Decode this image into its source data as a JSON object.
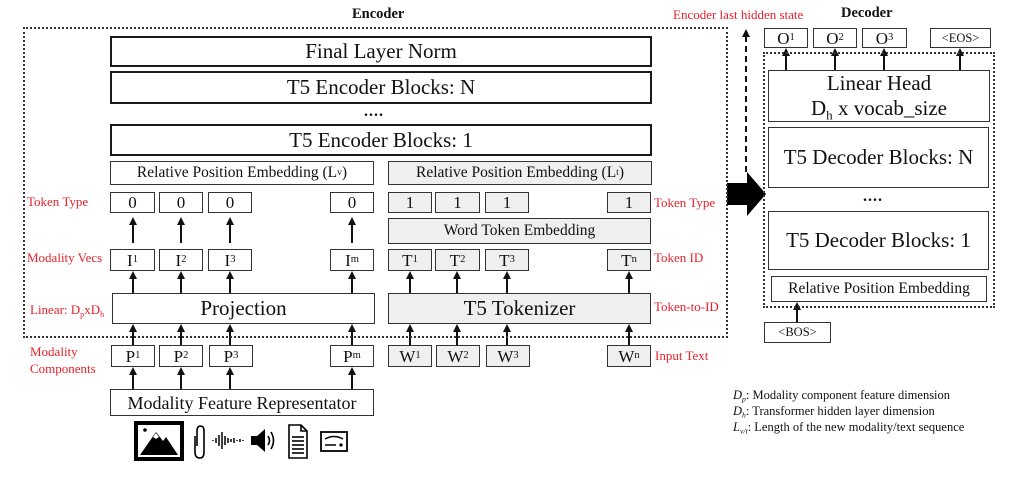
{
  "colors": {
    "label_red": "#e8202a",
    "text_branch_fill": "#efefef",
    "stroke": "#333333"
  },
  "encoder": {
    "title": "Encoder",
    "final_layer_norm": "Final Layer Norm",
    "block_n": "T5 Encoder Blocks: N",
    "ellipsis": "....",
    "block_1": "T5 Encoder Blocks: 1",
    "modality_branch": {
      "rel_pos": {
        "text": "Relative Position Embedding (L",
        "sub": "v",
        "suffix": ")"
      },
      "token_types": [
        "0",
        "0",
        "0",
        "0"
      ],
      "vecs": [
        {
          "base": "I",
          "sub": "1"
        },
        {
          "base": "I",
          "sub": "2"
        },
        {
          "base": "I",
          "sub": "3"
        },
        {
          "base": "I",
          "sub": "m"
        }
      ],
      "projection": "Projection",
      "components": [
        {
          "base": "P",
          "sub": "1"
        },
        {
          "base": "P",
          "sub": "2"
        },
        {
          "base": "P",
          "sub": "3"
        },
        {
          "base": "P",
          "sub": "m"
        }
      ],
      "representator": "Modality Feature Representator",
      "input_icons": [
        "image-icon",
        "paperclip-icon",
        "audio-waveform-icon",
        "speaker-icon",
        "document-icon",
        "card-icon"
      ]
    },
    "text_branch": {
      "rel_pos": {
        "text": "Relative Position Embedding (L",
        "sub": "t",
        "suffix": ")"
      },
      "token_types": [
        "1",
        "1",
        "1",
        "1"
      ],
      "word_embedding": "Word Token Embedding",
      "ids": [
        {
          "base": "T",
          "sub": "1"
        },
        {
          "base": "T",
          "sub": "2"
        },
        {
          "base": "T",
          "sub": "3"
        },
        {
          "base": "T",
          "sub": "n"
        }
      ],
      "tokenizer": "T5 Tokenizer",
      "words": [
        {
          "base": "W",
          "sub": "1"
        },
        {
          "base": "W",
          "sub": "2"
        },
        {
          "base": "W",
          "sub": "3"
        },
        {
          "base": "W",
          "sub": "n"
        }
      ]
    },
    "labels_left": {
      "token_type": "Token Type",
      "modality_vecs": "Modality Vecs",
      "linear": {
        "prefix": "Linear: D",
        "sub1": "p",
        "mid": "xD",
        "sub2": "h"
      },
      "modality_components": [
        "Modality",
        "Components"
      ]
    },
    "labels_right": {
      "token_type": "Token Type",
      "token_id": "Token ID",
      "token_to_id": "Token-to-ID",
      "input_text": "Input Text"
    }
  },
  "encoder_output_label": "Encoder last hidden state",
  "decoder": {
    "title": "Decoder",
    "outputs": [
      {
        "base": "O",
        "sub": "1"
      },
      {
        "base": "O",
        "sub": "2"
      },
      {
        "base": "O",
        "sub": "3"
      }
    ],
    "eos": "<EOS>",
    "linear_head": {
      "line1": "Linear Head",
      "prefix": "D",
      "sub": "h",
      "suffix": " x vocab_size"
    },
    "block_n": "T5 Decoder Blocks: N",
    "ellipsis": "....",
    "block_1": "T5 Decoder Blocks: 1",
    "rel_pos": "Relative Position Embedding",
    "bos": "<BOS>"
  },
  "legend": [
    {
      "symbol": "D",
      "sub": "p",
      "desc": ": Modality component feature dimension"
    },
    {
      "symbol": "D",
      "sub": "h",
      "desc": ": Transformer hidden layer dimension"
    },
    {
      "symbol": "L",
      "sub": "v/t",
      "desc": ": Length of the new modality/text sequence"
    }
  ]
}
